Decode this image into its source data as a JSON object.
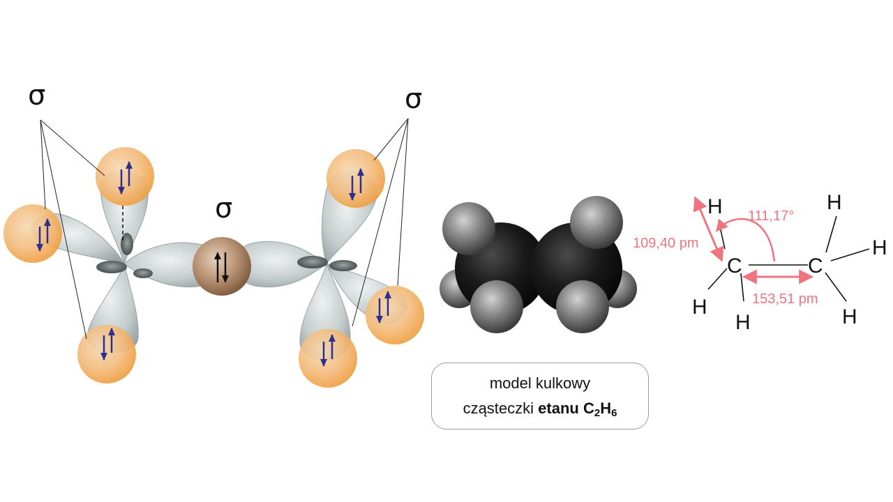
{
  "orbital_diagram": {
    "sigma_top_left": "σ",
    "sigma_top_right": "σ",
    "sigma_center": "σ"
  },
  "ball_model_caption": {
    "line1": "model kulkowy",
    "line2_prefix": "cząsteczki ",
    "line2_bold": "etanu",
    "formula_c": "C",
    "formula_c_sub": "2",
    "formula_h": "H",
    "formula_h_sub": "6"
  },
  "structural_formula": {
    "carbon_left": "C",
    "carbon_right": "C",
    "h_top_left": "H",
    "h_left": "H",
    "h_bottom_left": "H",
    "h_top_right": "H",
    "h_right": "H",
    "h_bottom_right": "H",
    "bond_length_ch": "109,40 pm",
    "bond_length_cc": "153,51 pm",
    "bond_angle": "111,17°"
  },
  "colors": {
    "measure": "#ee7580",
    "electron_arrow": "#2e2f8c",
    "orbital_sphere": "#f4a850",
    "lobe": "#bcc5c5"
  }
}
